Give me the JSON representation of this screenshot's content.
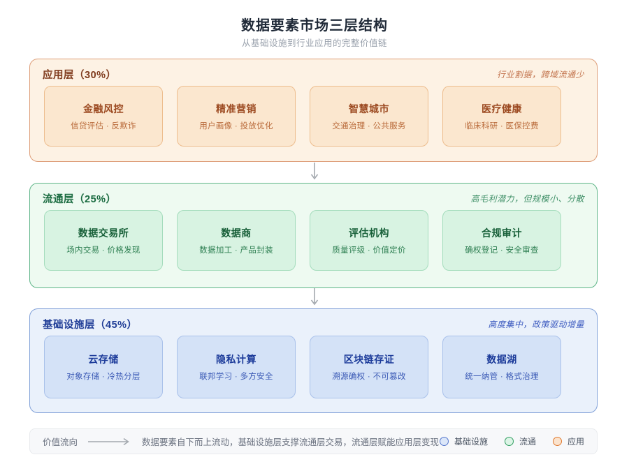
{
  "page": {
    "title": "数据要素市场三层结构",
    "subtitle": "从基础设施到行业应用的完整价值链"
  },
  "layers": [
    {
      "id": "application",
      "title": "应用层（30%）",
      "note": "行业割据，跨域流通少",
      "accent_color": "#dd9d77",
      "cards": [
        {
          "title": "金融风控",
          "subtitle": "信贷评估 · 反欺诈"
        },
        {
          "title": "精准营销",
          "subtitle": "用户画像 · 投放优化"
        },
        {
          "title": "智慧城市",
          "subtitle": "交通治理 · 公共服务"
        },
        {
          "title": "医疗健康",
          "subtitle": "临床科研 · 医保控费"
        }
      ]
    },
    {
      "id": "circulation",
      "title": "流通层（25%）",
      "note": "高毛利潜力，但规模小、分散",
      "accent_color": "#5eb588",
      "cards": [
        {
          "title": "数据交易所",
          "subtitle": "场内交易 · 价格发现"
        },
        {
          "title": "数据商",
          "subtitle": "数据加工 · 产品封装"
        },
        {
          "title": "评估机构",
          "subtitle": "质量评级 · 价值定价"
        },
        {
          "title": "合规审计",
          "subtitle": "确权登记 · 安全审查"
        }
      ]
    },
    {
      "id": "infrastructure",
      "title": "基础设施层（45%）",
      "note": "高度集中，政策驱动增量",
      "accent_color": "#80a0d8",
      "cards": [
        {
          "title": "云存储",
          "subtitle": "对象存储 · 冷热分层"
        },
        {
          "title": "隐私计算",
          "subtitle": "联邦学习 · 多方安全"
        },
        {
          "title": "区块链存证",
          "subtitle": "溯源确权 · 不可篡改"
        },
        {
          "title": "数据湖",
          "subtitle": "统一纳管 · 格式治理"
        }
      ]
    }
  ],
  "footer": {
    "label": "价值流向",
    "description": "数据要素自下而上流动，基础设施层支撑流通层交易，流通层赋能应用层变现",
    "legend": [
      {
        "label": "基础设施",
        "color": "#5577cc"
      },
      {
        "label": "流通",
        "color": "#33a063"
      },
      {
        "label": "应用",
        "color": "#e0792f"
      }
    ]
  },
  "arrow_color": "#a3a8ae"
}
